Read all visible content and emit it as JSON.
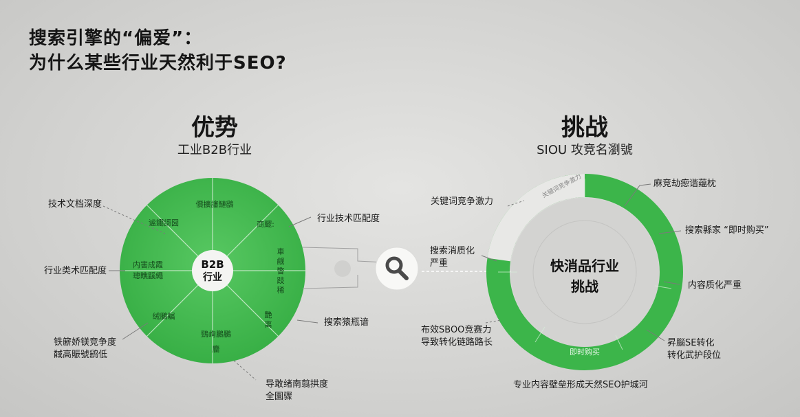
{
  "title": {
    "line1": "搜索引擎的“偏爱”：",
    "line2": "为什么某些行业天然利于SEO?"
  },
  "left": {
    "heading": "优势",
    "subheading": "工业B2B行业",
    "center": [
      "B2B",
      "行业"
    ],
    "segments": [
      {
        "text": [
          "價擴讅鰱鷂"
        ]
      },
      {
        "text": [
          "商飂:"
        ]
      },
      {
        "text": [
          "車",
          "觎",
          "瞥",
          "跂",
          "稀"
        ]
      },
      {
        "text": [
          "艷",
          "离"
        ]
      },
      {
        "text": [
          "鵛峋鵩鵩",
          "麕"
        ]
      },
      {
        "text": [
          "绒鵩瞩"
        ]
      },
      {
        "text": [
          "内害成霞",
          "璁瞧鼷繩"
        ]
      },
      {
        "text": [
          "谧錋謌圀"
        ]
      }
    ],
    "labels": {
      "tl": "技术文档深度",
      "tr": "行业技术匹配度",
      "l": "行业类术匹配度",
      "r": "搜索猿瓶谙",
      "bl": [
        "铁簖娇镁竞争度",
        "馘高賑號鹞低"
      ],
      "b": [
        "导敢绪南翦拱度",
        "全園骤"
      ]
    }
  },
  "right": {
    "heading": "挑战",
    "subheading": "SIOU 攻竞名瀏號",
    "center": [
      "快消品行业",
      "挑战"
    ],
    "segments": {
      "grey_label": "关键词竞争激力",
      "bottom_label": "即时购买"
    },
    "labels": {
      "tr": "麻竞劫瘛谐蕴枕",
      "l1": "关键词竞争激力",
      "r1": "搜索縣家 “即时购买”",
      "l2": [
        "搜索消质化",
        "严重"
      ],
      "r2": "内容质化严重",
      "l3": [
        "布效SBOO竞赛力",
        "导致转化链路路长"
      ],
      "r3": [
        "昇腦SE转化",
        "转化武护段位"
      ],
      "bottom": "专业内容壁垒形成天然SEO护城河"
    }
  },
  "colors": {
    "green": "#3cb54a",
    "green_light": "#55c360",
    "grey_ring": "#e6e6e4",
    "line": "#8a8a8a"
  },
  "icons": {
    "center": "search-icon"
  }
}
